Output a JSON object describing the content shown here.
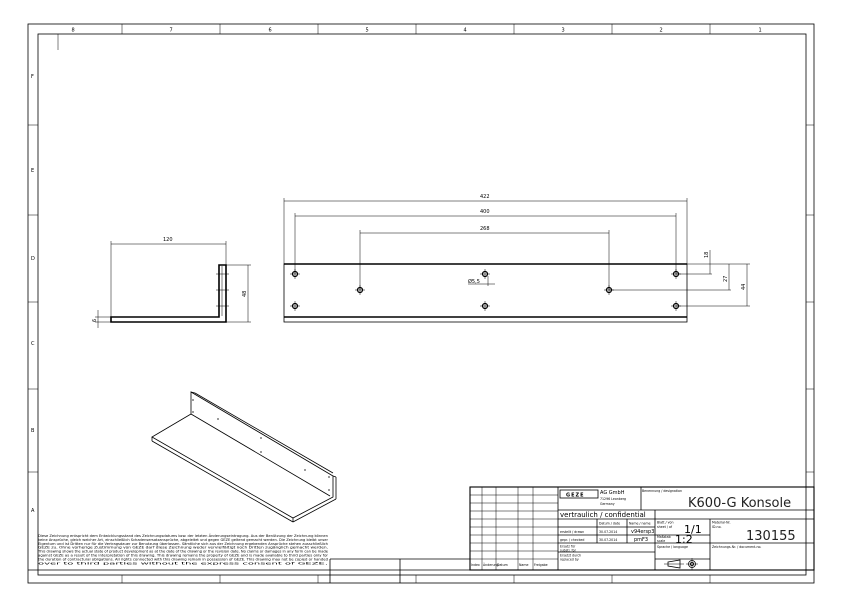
{
  "frame": {
    "columns": [
      "8",
      "7",
      "6",
      "5",
      "4",
      "3",
      "2",
      "1"
    ],
    "rows": [
      "F",
      "E",
      "D",
      "C",
      "B",
      "A"
    ]
  },
  "front_view": {
    "dims": {
      "overall": "422",
      "outer_holes": "400",
      "inner_holes": "268",
      "hole_dia": "Ø5,5",
      "v1": "18",
      "v2": "27",
      "v3": "44"
    }
  },
  "side_view": {
    "dims": {
      "depth": "120",
      "height": "48",
      "thickness": "6"
    }
  },
  "disclaimer": [
    "Diese Zeichnung entspricht dem Entwicklungsstand des Zeichnungsdatums bzw. der letzten Änderungseintragung. Aus der Benützung der Zeichnung können",
    "keine Ansprüche, gleich welcher Art, einschließlich Schadensersatzansprüche, abgeleitet und gegen GEZE geltend gemacht werden. Die Zeichnung bleibt unser",
    "Eigentum und ist Dritten nur für die Vertragsdauer zur Benutzung überlassen. Sämtliche sich aus der Zeichnung ergebenden Ansprüche stehen ausschließlich",
    "GEZE zu. Ohne vorherige Zustimmung von GEZE darf diese Zeichnung weder vervielfältigt noch Dritten zugänglich gemacht werden.",
    "This drawing shows the actual state of product development as at the date of the drawing or the revision date. No claims or damages in any form can be made",
    "against GEZE as a result of the interpretation of this drawing. This drawing remains the property of GEZE and is made available to third parties only for",
    "the duration of contractural obligations. All rights connected with this drawing remain in possession of GEZE. This drawing may not be copied or handed",
    "over to third parties without the express consent of GEZE."
  ],
  "title_block": {
    "company": [
      "AG GmbH",
      "71296 Leonberg",
      "Germany"
    ],
    "logo": "GEZE",
    "designation_label": "Benennung / designation",
    "designation": "K600-G Konsole",
    "confidential": "vertraulich / confidential",
    "date_label": "Datum / date",
    "name_label": "Name / name",
    "drawn_label": "erstellt / drawn",
    "drawn_date": "30.07.2014",
    "drawn_name": "v94ersp3",
    "checked_label": "gepr. / checked",
    "checked_date": "30.07.2014",
    "checked_name": "pmF3",
    "sheet_label_1": "Blatt / von",
    "sheet_label_2": "sheet / of",
    "sheet": "1/1",
    "scale_label_1": "Maßstab",
    "scale_label_2": "scale",
    "scale": "1:2",
    "material_label_1": "Material-Nr.",
    "material_label_2": "ID-no.",
    "material_no": "130155",
    "language_label": "Sprache / language",
    "document_label": "Zeichnungs-Nr. / document-no.",
    "subst_for_1": "Ersatz für",
    "subst_for_2": "substi. for",
    "replaced_by_1": "Ersetzt durch",
    "replaced_by_2": "replaced by",
    "revision_headers": [
      "Index",
      "Änderung",
      "Datum",
      "Name",
      "Freigabe"
    ]
  }
}
